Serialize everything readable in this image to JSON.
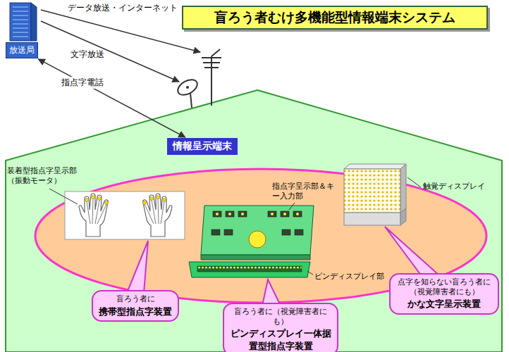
{
  "diagram": {
    "title": "盲ろう者むけ多機能型情報端末システム",
    "nodes": [
      {
        "text": [
          "放送局"
        ]
      },
      {
        "text": [
          "情報呈示端末"
        ]
      },
      {
        "text": [
          "盲ろう者に",
          "携帯型指点字装置"
        ]
      },
      {
        "text": [
          "盲ろう者に（視覚障害者にも）",
          "ピンディスプレイ一体据置型指点字装置"
        ]
      },
      {
        "text": [
          "点字を知らない盲ろう者に（視覚障害者にも）",
          "かな文字呈示装置"
        ]
      }
    ],
    "edges": [
      {
        "from": 0,
        "to": 1,
        "label": "指点字電話",
        "arrow": "both"
      }
    ],
    "labels": [
      "データ放送・インターネット",
      "文字放送",
      "装着型指点字呈示部（振動モータ）",
      "指点字呈示部＆キー入力部",
      "ピンディスプレイ部",
      "触覚ディスプレイ"
    ]
  }
}
